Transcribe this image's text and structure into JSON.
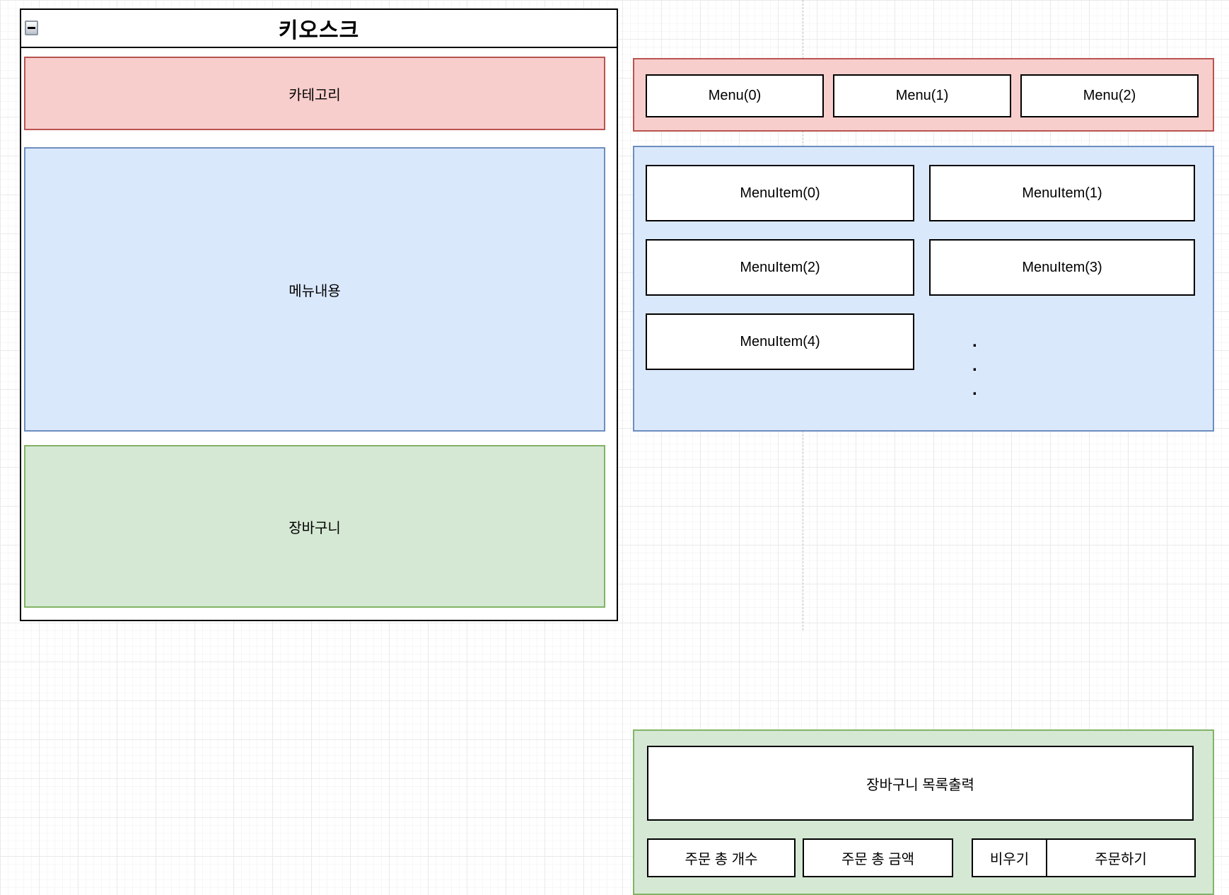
{
  "diagram": {
    "window": {
      "title": "키오스크",
      "collapse_glyph": "−"
    },
    "left_sections": {
      "category": "카테고리",
      "menu_content": "메뉴내용",
      "cart": "장바구니"
    },
    "category_panel": {
      "buttons": [
        "Menu(0)",
        "Menu(1)",
        "Menu(2)"
      ]
    },
    "menu_panel": {
      "items": [
        "MenuItem(0)",
        "MenuItem(1)",
        "MenuItem(2)",
        "MenuItem(3)",
        "MenuItem(4)"
      ],
      "ellipsis": [
        ".",
        ".",
        "."
      ]
    },
    "cart_panel": {
      "list_box": "장바구니 목록출력",
      "total_count": "주문 총 개수",
      "total_amount": "주문 총 금액",
      "clear": "비우기",
      "order": "주문하기"
    },
    "colors": {
      "red_fill": "#f8cecc",
      "red_border": "#b85450",
      "blue_fill": "#dae8fc",
      "blue_border": "#6c8ebf",
      "green_fill": "#d5e8d4",
      "green_border": "#82b366",
      "box_border": "#000000",
      "canvas_grid": "#eaeaea"
    }
  }
}
